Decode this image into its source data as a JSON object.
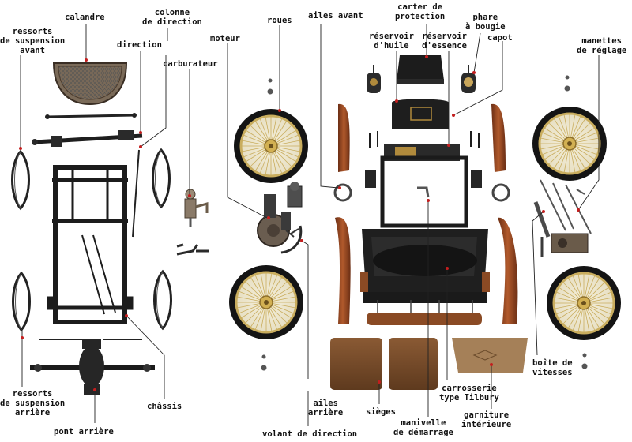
{
  "labels": {
    "calandre": "calandre",
    "colonne_direction_1": "colonne",
    "colonne_direction_2": "de direction",
    "ressorts_av_1": "ressorts",
    "ressorts_av_2": "de suspension",
    "ressorts_av_3": "avant",
    "direction": "direction",
    "carburateur": "carburateur",
    "moteur": "moteur",
    "roues": "roues",
    "ailes_avant": "ailes avant",
    "carter_1": "carter de",
    "carter_2": "protection",
    "reservoir_huile_1": "réservoir",
    "reservoir_huile_2": "d'huile",
    "reservoir_essence_1": "réservoir",
    "reservoir_essence_2": "d'essence",
    "phare_1": "phare",
    "phare_2": "à bougie",
    "capot": "capot",
    "manettes_1": "manettes",
    "manettes_2": "de réglage",
    "ressorts_ar_1": "ressorts",
    "ressorts_ar_2": "de suspension",
    "ressorts_ar_3": "arrière",
    "chassis": "châssis",
    "pont_arriere": "pont arrière",
    "ailes_arriere_1": "ailes",
    "ailes_arriere_2": "arrière",
    "volant": "volant de direction",
    "sieges": "sièges",
    "manivelle_1": "manivelle",
    "manivelle_2": "de démarrage",
    "carrosserie_1": "carrosserie",
    "carrosserie_2": "type Tilbury",
    "garniture_1": "garniture",
    "garniture_2": "intérieure",
    "boite_1": "boîte de",
    "boite_2": "vitesses"
  },
  "colors": {
    "wood": "#9a4a24",
    "wood_dark": "#6b2e14",
    "leather": "#7a4e2c",
    "spoke_rim": "#d8c07a",
    "tyre": "#1a1a1a",
    "metal": "#2a2a2a",
    "marker": "#c41e1e",
    "brass": "#b08a3c"
  }
}
